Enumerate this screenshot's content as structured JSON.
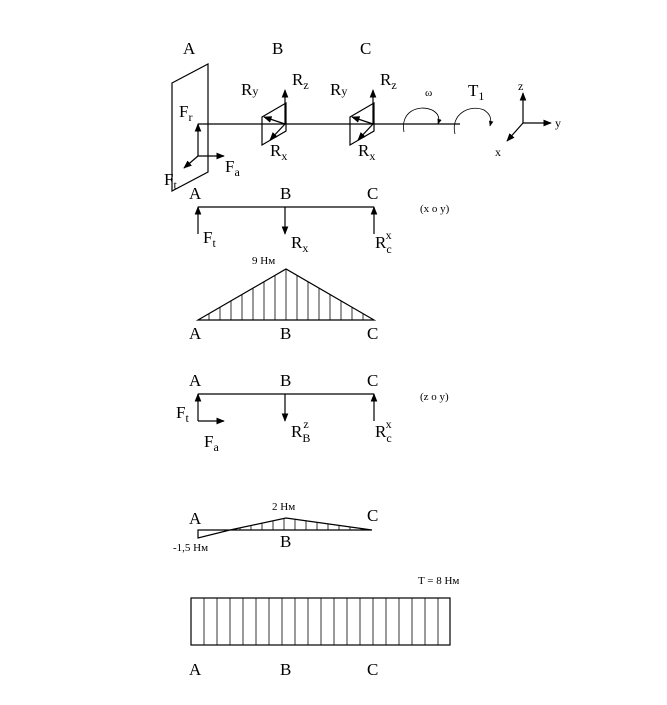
{
  "points": {
    "a": "A",
    "b": "B",
    "c": "C"
  },
  "shaft_view": {
    "r": "R",
    "y": "y",
    "z": "z",
    "x": "x",
    "f": "F",
    "sub_r": "r",
    "sub_t": "t",
    "sub_a": "a",
    "omega": "ω",
    "t": "T",
    "t_sub": "1"
  },
  "xoy": {
    "plane": "(x o y)",
    "r": "R",
    "x": "x",
    "c": "c",
    "f": "F",
    "t": "t"
  },
  "moment_xoy": {
    "max_label": "9 Нм"
  },
  "zoy": {
    "plane": "(z o y)",
    "f": "F",
    "t": "t",
    "a": "a",
    "r": "R",
    "b_sub": "B",
    "z": "z",
    "c": "c",
    "x": "x"
  },
  "moment_zoy": {
    "max_label": "2 Нм",
    "min_label": "-1,5 Нм"
  },
  "torque": {
    "label": "T = 8 Нм"
  }
}
